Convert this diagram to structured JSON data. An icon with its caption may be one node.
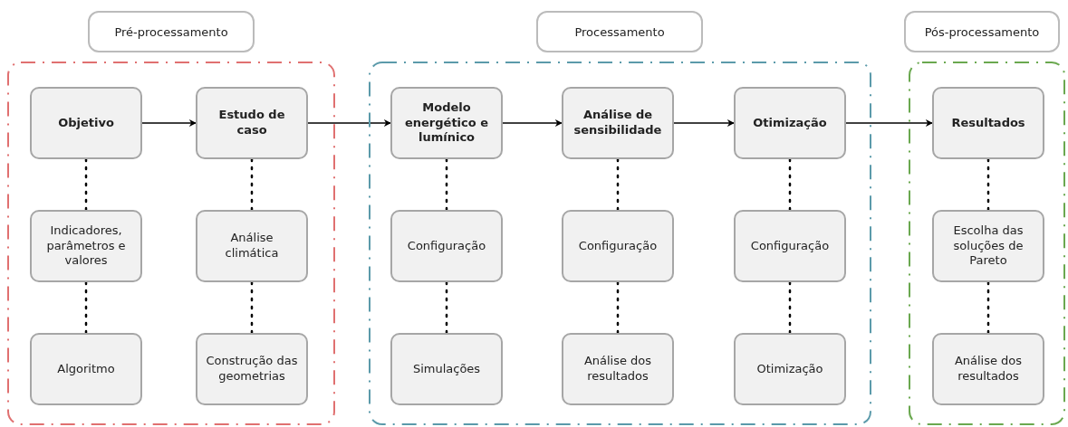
{
  "diagram": {
    "nodes": [
      {
        "text": [
          "Pré-processamento"
        ]
      },
      {
        "text": [
          "Processamento"
        ]
      },
      {
        "text": [
          "Pós-processamento"
        ]
      },
      {
        "text": [],
        "shape": "box"
      },
      {
        "text": [
          "Objetivo"
        ],
        "in": 3
      },
      {
        "text": [
          "Estudo de caso"
        ],
        "in": 3
      },
      {
        "text": [
          "Indicadores, parâmetros e valores"
        ],
        "in": 3
      },
      {
        "text": [
          "Análise climática"
        ],
        "in": 3
      },
      {
        "text": [
          "Algoritmo"
        ],
        "in": 3
      },
      {
        "text": [
          "Construção das geometrias"
        ],
        "in": 3
      },
      {
        "text": [],
        "shape": "box"
      },
      {
        "text": [
          "Modelo energético e lumínico"
        ],
        "in": 10
      },
      {
        "text": [
          "Análise de sensibilidade"
        ],
        "in": 10
      },
      {
        "text": [
          "Otimização"
        ],
        "in": 10
      },
      {
        "text": [
          "Configuração"
        ],
        "in": 10
      },
      {
        "text": [
          "Configuração"
        ],
        "in": 10
      },
      {
        "text": [
          "Configuração"
        ],
        "in": 10
      },
      {
        "text": [
          "Simulações"
        ],
        "in": 10
      },
      {
        "text": [
          "Análise dos resultados"
        ],
        "in": 10
      },
      {
        "text": [
          "Otimização"
        ],
        "in": 10
      },
      {
        "text": [],
        "shape": "box"
      },
      {
        "text": [
          "Resultados"
        ],
        "in": 20
      },
      {
        "text": [
          "Escolha das soluções de Pareto"
        ],
        "in": 20
      },
      {
        "text": [
          "Análise dos resultados"
        ],
        "in": 20
      }
    ],
    "edges": [
      {
        "from": 4,
        "to": 5,
        "arrow": "to"
      },
      {
        "from": 5,
        "to": 11,
        "arrow": "to"
      },
      {
        "from": 11,
        "to": 12,
        "arrow": "to"
      },
      {
        "from": 12,
        "to": 13,
        "arrow": "to"
      },
      {
        "from": 13,
        "to": 21,
        "arrow": "to"
      },
      {
        "from": 4,
        "to": 6,
        "arrow": "none",
        "style": "dashed"
      },
      {
        "from": 6,
        "to": 8,
        "arrow": "none",
        "style": "dashed"
      },
      {
        "from": 5,
        "to": 7,
        "arrow": "none",
        "style": "dashed"
      },
      {
        "from": 7,
        "to": 9,
        "arrow": "none",
        "style": "dashed"
      },
      {
        "from": 11,
        "to": 14,
        "arrow": "none",
        "style": "dashed"
      },
      {
        "from": 14,
        "to": 17,
        "arrow": "none",
        "style": "dashed"
      },
      {
        "from": 12,
        "to": 15,
        "arrow": "none",
        "style": "dashed"
      },
      {
        "from": 15,
        "to": 18,
        "arrow": "none",
        "style": "dashed"
      },
      {
        "from": 13,
        "to": 16,
        "arrow": "none",
        "style": "dashed"
      },
      {
        "from": 16,
        "to": 19,
        "arrow": "none",
        "style": "dashed"
      },
      {
        "from": 21,
        "to": 22,
        "arrow": "none",
        "style": "dashed"
      },
      {
        "from": 22,
        "to": 23,
        "arrow": "none",
        "style": "dashed"
      }
    ]
  }
}
